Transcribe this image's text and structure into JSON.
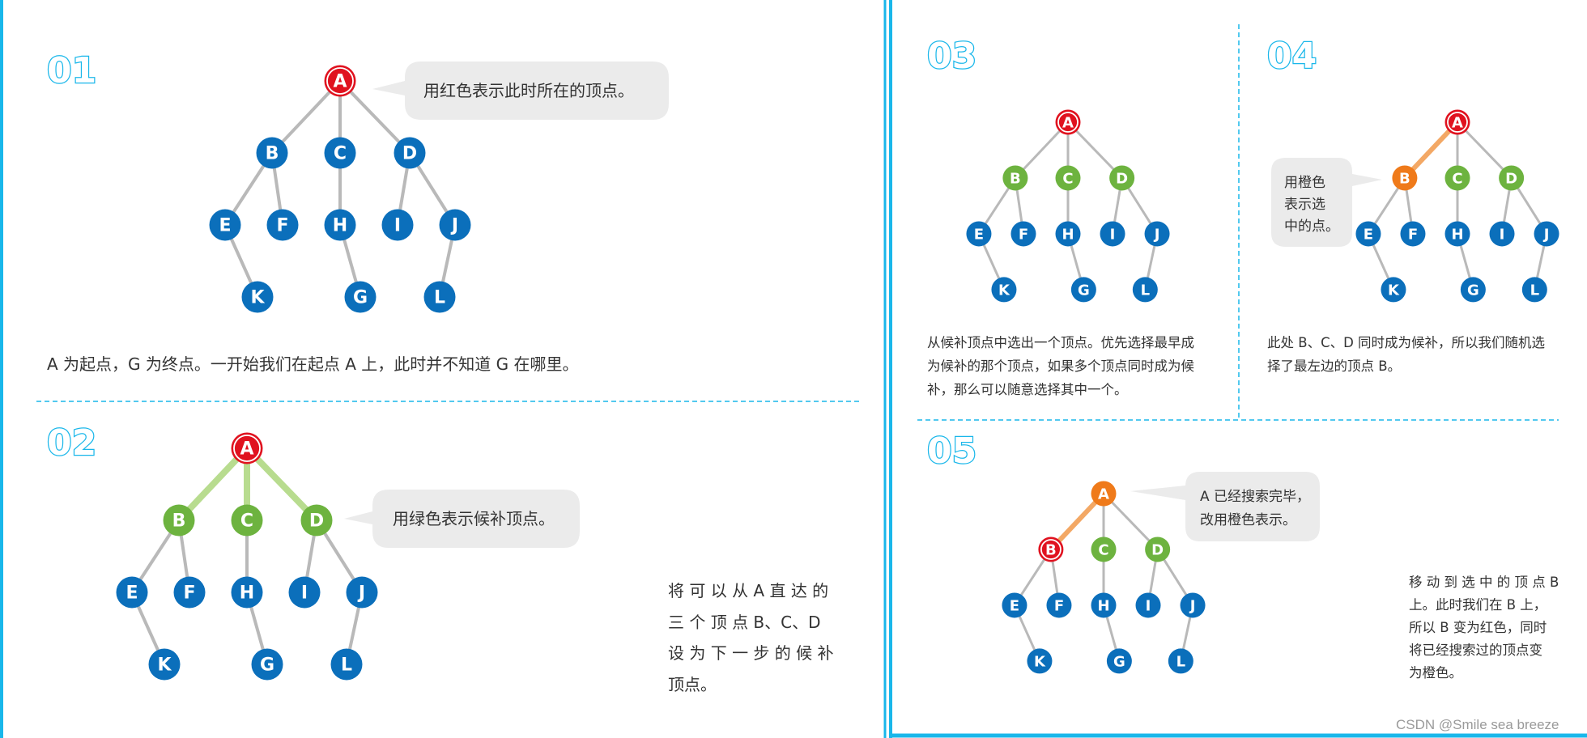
{
  "colors": {
    "frame": "#19b7ea",
    "dash": "#19b7ea",
    "node_blue": "#0b6fbb",
    "node_red": "#e0121f",
    "node_green": "#6db33f",
    "node_orange": "#ef7a1a",
    "edge_gray": "#b9b9b9",
    "edge_green": "#b8dc8f",
    "edge_orange": "#f3a865",
    "bubble": "#ebebeb"
  },
  "node_labels": [
    "A",
    "B",
    "C",
    "D",
    "E",
    "F",
    "H",
    "I",
    "J",
    "K",
    "G",
    "L"
  ],
  "edges": [
    [
      "A",
      "B"
    ],
    [
      "A",
      "C"
    ],
    [
      "A",
      "D"
    ],
    [
      "B",
      "E"
    ],
    [
      "B",
      "F"
    ],
    [
      "C",
      "H"
    ],
    [
      "D",
      "I"
    ],
    [
      "D",
      "J"
    ],
    [
      "E",
      "K"
    ],
    [
      "H",
      "G"
    ],
    [
      "J",
      "L"
    ]
  ],
  "panels": [
    {
      "number": "01",
      "node_colors": {
        "A": "red"
      },
      "edge_colors": {},
      "bubble": [
        "用红色表示此时所在的顶点。"
      ],
      "description": [
        "A 为起点，G 为终点。一开始我们在起点 A 上，此时并不知道 G 在哪里。"
      ]
    },
    {
      "number": "02",
      "node_colors": {
        "A": "red",
        "B": "green",
        "C": "green",
        "D": "green"
      },
      "edge_colors": {
        "A-B": "green",
        "A-C": "green",
        "A-D": "green"
      },
      "bubble": [
        "用绿色表示候补顶点。"
      ],
      "description": [
        "将 可 以 从 A 直 达 的",
        "三 个 顶 点 B、C、D",
        "设 为 下 一 步 的 候 补",
        "顶点。"
      ]
    },
    {
      "number": "03",
      "node_colors": {
        "A": "red",
        "B": "green",
        "C": "green",
        "D": "green"
      },
      "edge_colors": {},
      "bubble": [],
      "description": [
        "从候补顶点中选出一个顶点。优先选择最早成",
        "为候补的那个顶点，如果多个顶点同时成为候",
        "补，那么可以随意选择其中一个。"
      ]
    },
    {
      "number": "04",
      "node_colors": {
        "A": "red",
        "B": "orange",
        "C": "green",
        "D": "green"
      },
      "edge_colors": {
        "A-B": "orange"
      },
      "bubble": [
        "用橙色",
        "表示选",
        "中的点。"
      ],
      "description": [
        "此处 B、C、D 同时成为候补，所以我们随机选",
        "择了最左边的顶点 B。"
      ]
    },
    {
      "number": "05",
      "node_colors": {
        "A": "orange",
        "B": "red",
        "C": "green",
        "D": "green"
      },
      "edge_colors": {
        "A-B": "orange"
      },
      "bubble": [
        "A 已经搜索完毕，",
        "改用橙色表示。"
      ],
      "description": [
        "移 动 到 选 中 的 顶 点 B",
        "上。此时我们在 B 上，",
        "所以 B 变为红色，同时",
        "将已经搜索过的顶点变",
        "为橙色。"
      ]
    }
  ],
  "watermark": "CSDN @Smile sea breeze"
}
